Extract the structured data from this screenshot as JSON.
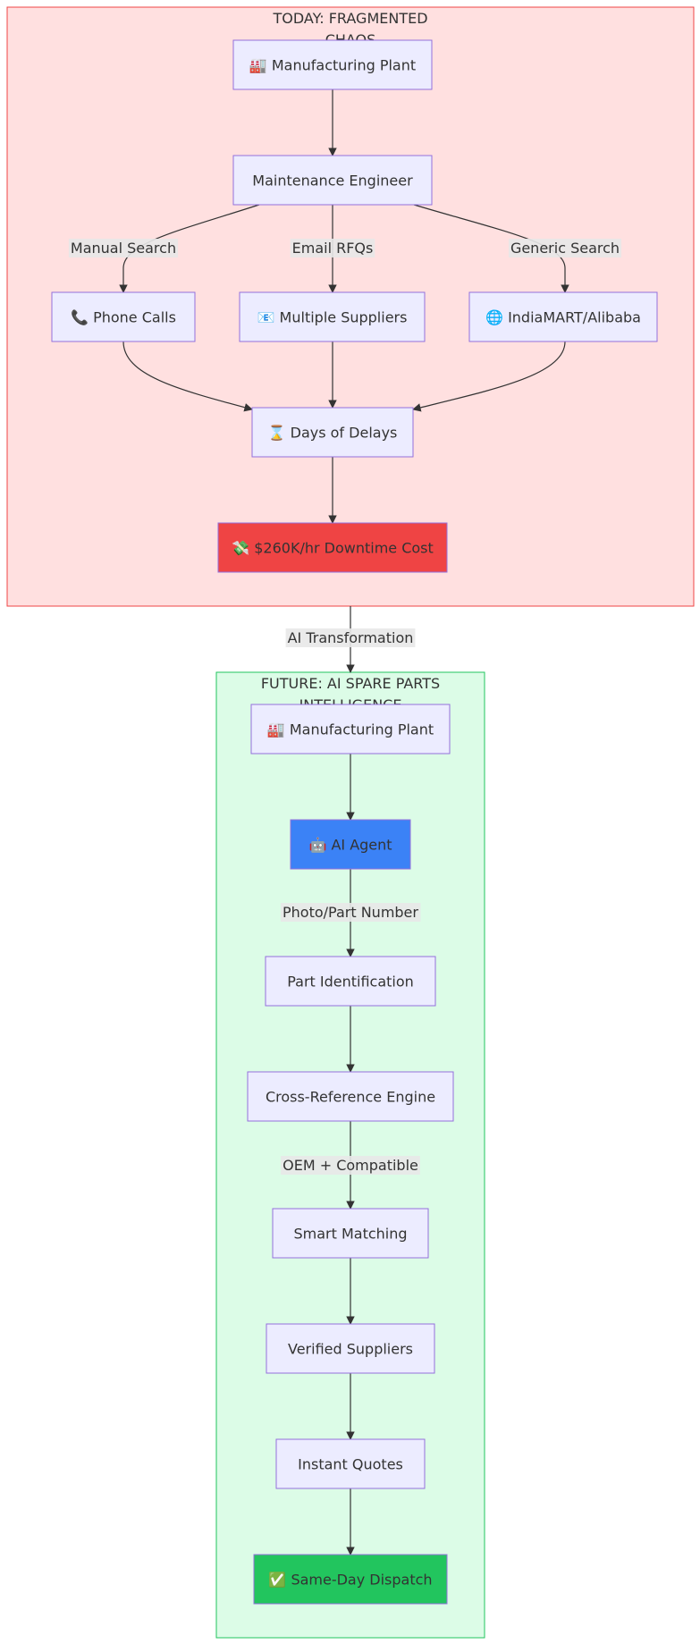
{
  "clusters": [
    {
      "id": "today",
      "title_lines": [
        "TODAY: FRAGMENTED",
        "CHAOS"
      ],
      "fill": "#ffe0e0",
      "stroke": "#ef4444"
    },
    {
      "id": "future",
      "title_lines": [
        "FUTURE: AI SPARE PARTS",
        "INTELLIGENCE"
      ],
      "fill": "#dcfce7",
      "stroke": "#22c55e"
    }
  ],
  "nodes": [
    {
      "id": "t_plant",
      "label": "Manufacturing Plant",
      "icon": "factory-icon",
      "fill": "#ececff",
      "text_color": "#333333"
    },
    {
      "id": "t_engineer",
      "label": "Maintenance Engineer",
      "icon": "",
      "fill": "#ececff",
      "text_color": "#333333"
    },
    {
      "id": "t_phone",
      "label": "Phone Calls",
      "icon": "phone-icon",
      "fill": "#ececff",
      "text_color": "#333333"
    },
    {
      "id": "t_suppliers",
      "label": "Multiple Suppliers",
      "icon": "email-icon",
      "fill": "#ececff",
      "text_color": "#333333"
    },
    {
      "id": "t_india",
      "label": "IndiaMART/Alibaba",
      "icon": "globe-icon",
      "fill": "#ececff",
      "text_color": "#333333"
    },
    {
      "id": "t_delays",
      "label": "Days of Delays",
      "icon": "hourglass-icon",
      "fill": "#ececff",
      "text_color": "#333333"
    },
    {
      "id": "t_cost",
      "label": "$260K/hr Downtime Cost",
      "icon": "money-icon",
      "fill": "#ef4444",
      "text_color": "#ffffff"
    },
    {
      "id": "f_plant",
      "label": "Manufacturing Plant",
      "icon": "factory-icon",
      "fill": "#ececff",
      "text_color": "#333333"
    },
    {
      "id": "f_agent",
      "label": "AI Agent",
      "icon": "robot-icon",
      "fill": "#3b82f6",
      "text_color": "#ffffff"
    },
    {
      "id": "f_ident",
      "label": "Part Identification",
      "icon": "",
      "fill": "#ececff",
      "text_color": "#333333"
    },
    {
      "id": "f_xref",
      "label": "Cross-Reference Engine",
      "icon": "",
      "fill": "#ececff",
      "text_color": "#333333"
    },
    {
      "id": "f_match",
      "label": "Smart Matching",
      "icon": "",
      "fill": "#ececff",
      "text_color": "#333333"
    },
    {
      "id": "f_verified",
      "label": "Verified Suppliers",
      "icon": "",
      "fill": "#ececff",
      "text_color": "#333333"
    },
    {
      "id": "f_quotes",
      "label": "Instant Quotes",
      "icon": "",
      "fill": "#ececff",
      "text_color": "#333333"
    },
    {
      "id": "f_dispatch",
      "label": "Same-Day Dispatch",
      "icon": "check-icon",
      "fill": "#22c55e",
      "text_color": "#ffffff"
    }
  ],
  "edges": [
    {
      "from": "t_plant",
      "to": "t_engineer",
      "label": ""
    },
    {
      "from": "t_engineer",
      "to": "t_phone",
      "label": "Manual Search"
    },
    {
      "from": "t_engineer",
      "to": "t_suppliers",
      "label": "Email RFQs"
    },
    {
      "from": "t_engineer",
      "to": "t_india",
      "label": "Generic Search"
    },
    {
      "from": "t_phone",
      "to": "t_delays",
      "label": ""
    },
    {
      "from": "t_suppliers",
      "to": "t_delays",
      "label": ""
    },
    {
      "from": "t_india",
      "to": "t_delays",
      "label": ""
    },
    {
      "from": "t_delays",
      "to": "t_cost",
      "label": ""
    },
    {
      "from": "today",
      "to": "future",
      "label": "AI Transformation"
    },
    {
      "from": "f_plant",
      "to": "f_agent",
      "label": ""
    },
    {
      "from": "f_agent",
      "to": "f_ident",
      "label": "Photo/Part Number"
    },
    {
      "from": "f_ident",
      "to": "f_xref",
      "label": ""
    },
    {
      "from": "f_xref",
      "to": "f_match",
      "label": "OEM + Compatible"
    },
    {
      "from": "f_match",
      "to": "f_verified",
      "label": ""
    },
    {
      "from": "f_verified",
      "to": "f_quotes",
      "label": ""
    },
    {
      "from": "f_quotes",
      "to": "f_dispatch",
      "label": ""
    }
  ],
  "colors": {
    "node_stroke": "#9370db",
    "edge": "#333333",
    "edge_label_bg": "#e8e8e8"
  }
}
